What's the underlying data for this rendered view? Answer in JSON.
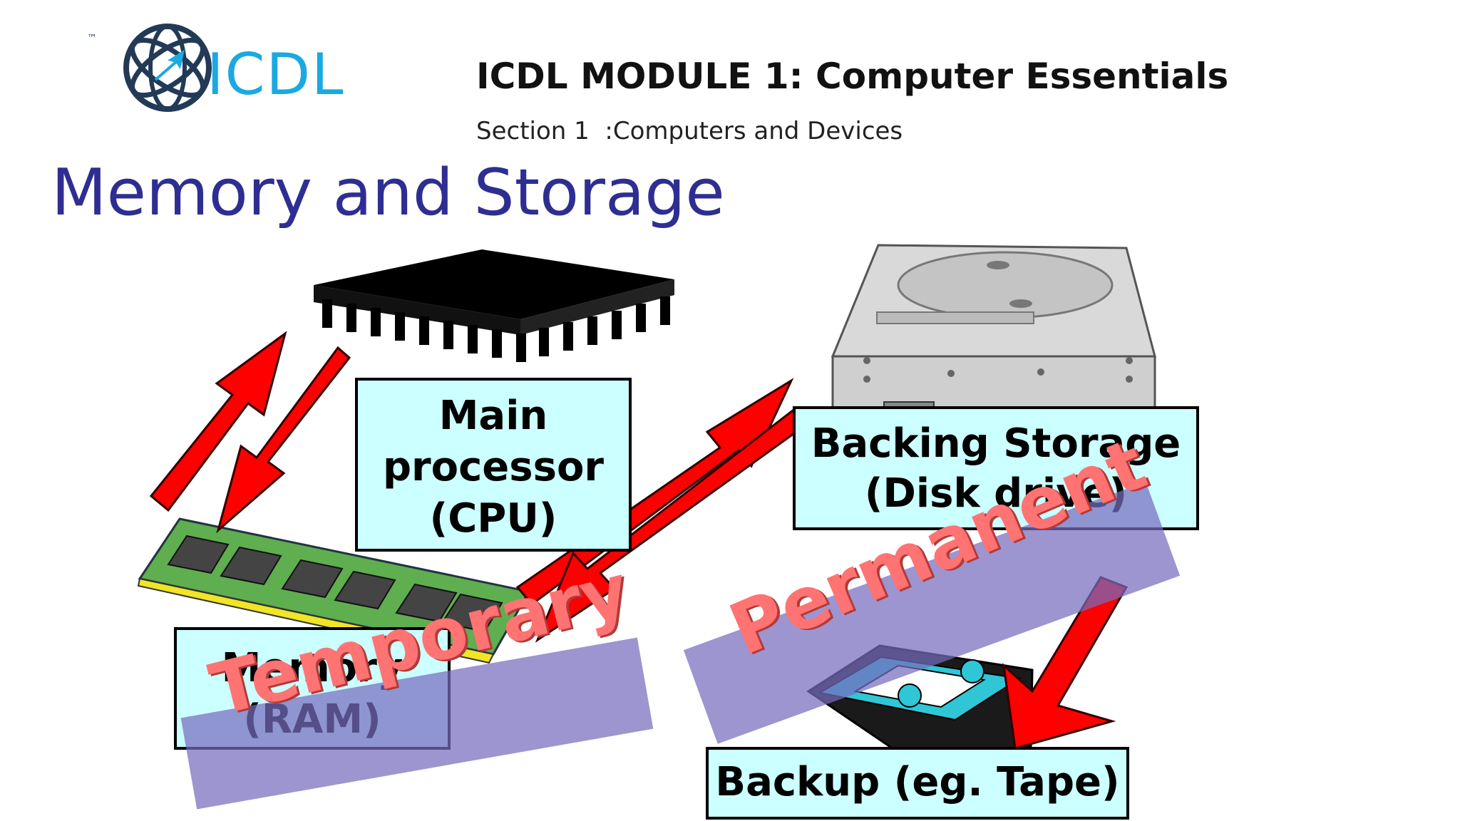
{
  "header": {
    "logo_tm": "™",
    "logo_text": "ICDL",
    "module_title": "ICDL MODULE 1: Computer Essentials",
    "section": "Section 1  :Computers and Devices"
  },
  "page_title": "Memory and Storage",
  "boxes": {
    "cpu": [
      "Main",
      "processor",
      "(CPU)"
    ],
    "backing": [
      "Backing Storage",
      "(Disk drive)"
    ],
    "memory": [
      "Memory",
      "(RAM)"
    ],
    "backup": "Backup (eg. Tape)"
  },
  "labels": {
    "temporary": "Temporary",
    "permanent": "Permanent"
  },
  "colors": {
    "title": "#2e2e92",
    "box_fill": "#ccffff",
    "arrow": "#ff0000",
    "label_band": "#766cbe",
    "label_text": "#ff7373",
    "logo": "#1ba9e1"
  }
}
